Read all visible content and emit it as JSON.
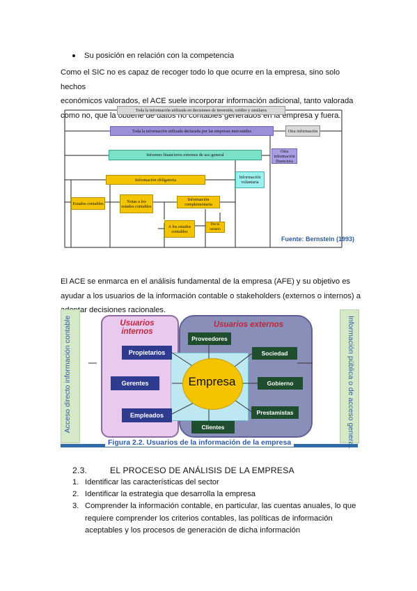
{
  "bullet_text": "Su posición en relación con la competencia",
  "para1": [
    "Como el SIC no es capaz de recoger todo lo que ocurre en la empresa, sino solo hechos",
    "económicos valorados, el ACE suele incorporar información adicional, tanto valorada",
    "como no, que la obtiene de datos no contables generados en la empresa y fuera."
  ],
  "figure1": {
    "top_bar": "Toda la información utilizada en decisiones de inversión, crédito y similares",
    "declared": "Toda la información utilizada declarada por las empresas mercantiles",
    "other_info": "Otra información",
    "external_reports": "Informes financieros externos de uso general",
    "other_financial": "Otra información financiera",
    "mandatory": "Información obligatoria",
    "voluntary": "Información voluntaria",
    "statements": "Estados contables",
    "notes": "Notas a los estados contables",
    "complementary": "Información complementaria",
    "to_statements": "A los estados contables",
    "price_level": "Precio unitario",
    "source": "Fuente: Bernstein (1993)"
  },
  "para2": [
    "El ACE se enmarca en el análisis fundamental de la empresa (AFE) y su objetivo es",
    "ayudar a los usuarios de la información contable o stakeholders (externos o internos) a",
    "adoptar decisiones racionales."
  ],
  "figure2": {
    "left_vertical": "Acceso directo información contable",
    "right_vertical": "Información pública o de acceso general.",
    "internal_title": "Usuarios internos",
    "external_title": "Usuarios externos",
    "center": "Empresa",
    "internal_users": [
      "Propietarios",
      "Gerentes",
      "Empleados"
    ],
    "external_users": [
      "Proveedores",
      "Sociedad",
      "Gobierno",
      "Prestamistas",
      "Clientes"
    ],
    "caption": "Figura 2.2. Usuarios de la información de la empresa",
    "colors": {
      "internal_bg": "#e9c9ee",
      "external_bg": "#8a8fb9",
      "center": "#f5c400",
      "internal_box": "#2e3b8f",
      "external_box": "#1f4e2f",
      "side_band": "#d5e8c7",
      "caption_bar": "#2e6aa8"
    }
  },
  "section": {
    "number": "2.3.",
    "title": "EL PROCESO DE ANÁLISIS DE LA EMPRESA"
  },
  "list": [
    {
      "n": "1.",
      "lines": [
        "Identificar las características del sector"
      ]
    },
    {
      "n": "2.",
      "lines": [
        "Identificar la estrategia que desarrolla la empresa"
      ]
    },
    {
      "n": "3.",
      "lines": [
        "Comprender la información contable, en particular, las cuentas anuales, lo que",
        "requiere comprender los criterios contables, las políticas de información",
        "aceptables y los procesos de generación de dicha información"
      ]
    }
  ]
}
